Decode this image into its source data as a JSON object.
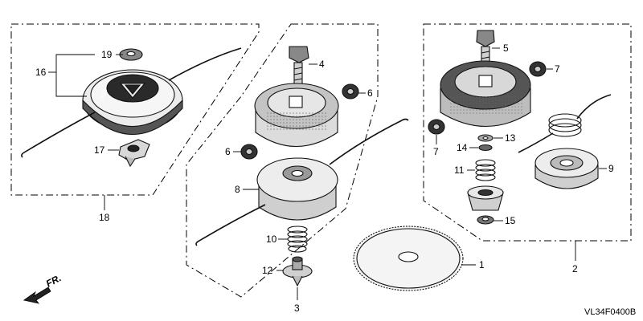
{
  "diagram_code": "VL34F0400B",
  "front_marker": "FR.",
  "callouts": {
    "p1": "1",
    "p2": "2",
    "p3": "3",
    "p4": "4",
    "p5": "5",
    "p6a": "6",
    "p6b": "6",
    "p7a": "7",
    "p7b": "7",
    "p8": "8",
    "p9": "9",
    "p10": "10",
    "p11": "11",
    "p12": "12",
    "p13": "13",
    "p14": "14",
    "p15": "15",
    "p16": "16",
    "p17": "17",
    "p18": "18",
    "p19": "19"
  }
}
